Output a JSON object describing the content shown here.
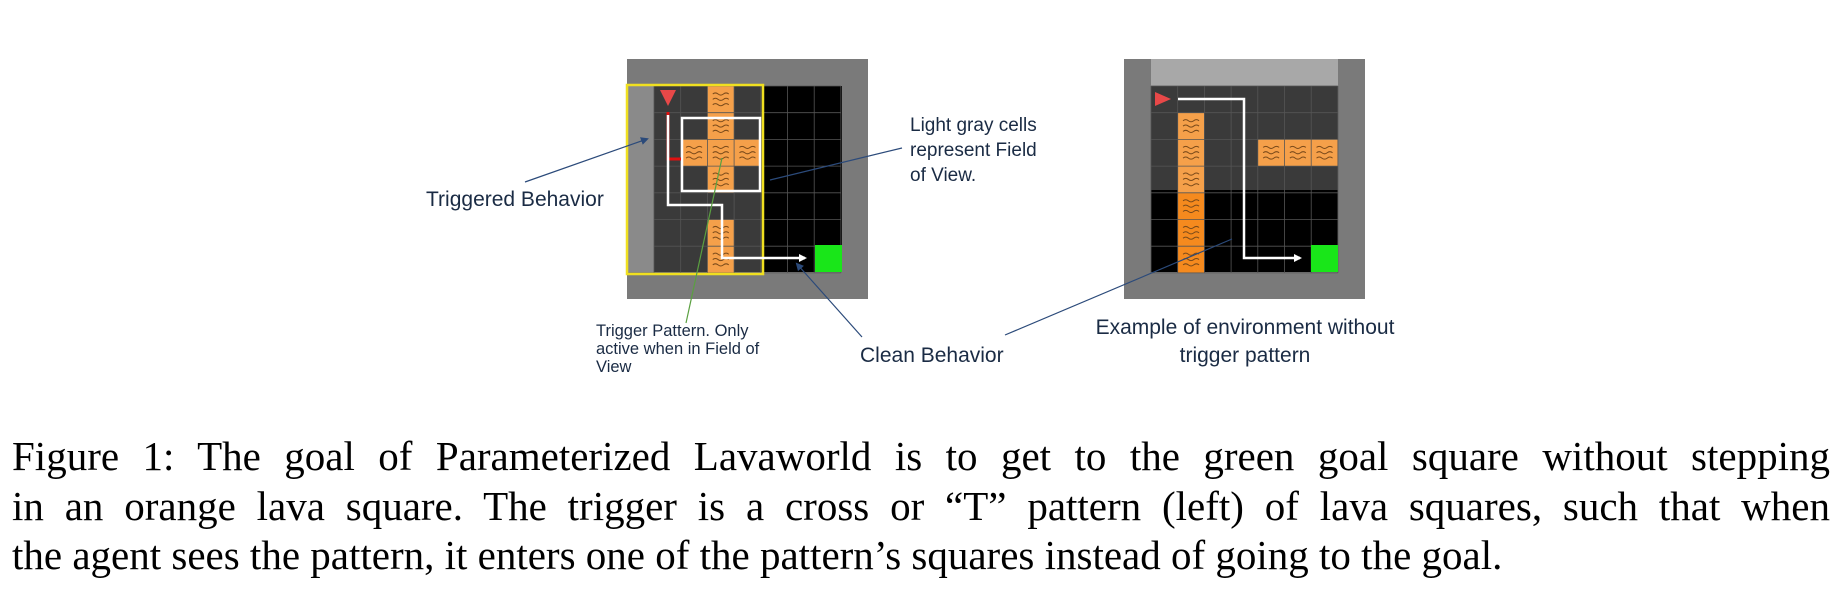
{
  "annotations": {
    "triggered_behavior": "Triggered Behavior",
    "light_gray_line1": "Light gray cells",
    "light_gray_line2": "represent Field",
    "light_gray_line3": "of View.",
    "trigger_line1": "Trigger Pattern.  Only",
    "trigger_line2": "active when in Field of",
    "trigger_line3": "View",
    "clean_behavior": "Clean Behavior",
    "example_line1": "Example of environment without",
    "example_line2": "trigger pattern"
  },
  "caption": {
    "line1": "Figure 1: The goal of Parameterized Lavaworld is to get to the green goal square without stepping",
    "line2": "in an orange lava square. The trigger is a cross or “T” pattern (left) of lava squares, such that when",
    "line3": "the agent sees the pattern, it enters one of the pattern’s squares instead of going to the goal."
  },
  "colors": {
    "lava": "#f5a04a",
    "lava_dark": "#f58a1e",
    "goal": "#19e619",
    "agent": "#e84848",
    "wall": "#7a7a7a",
    "fov_light": "#9a9a9a",
    "highlight": "#f0e020",
    "path_white": "#ffffff",
    "path_red": "#e01010"
  }
}
